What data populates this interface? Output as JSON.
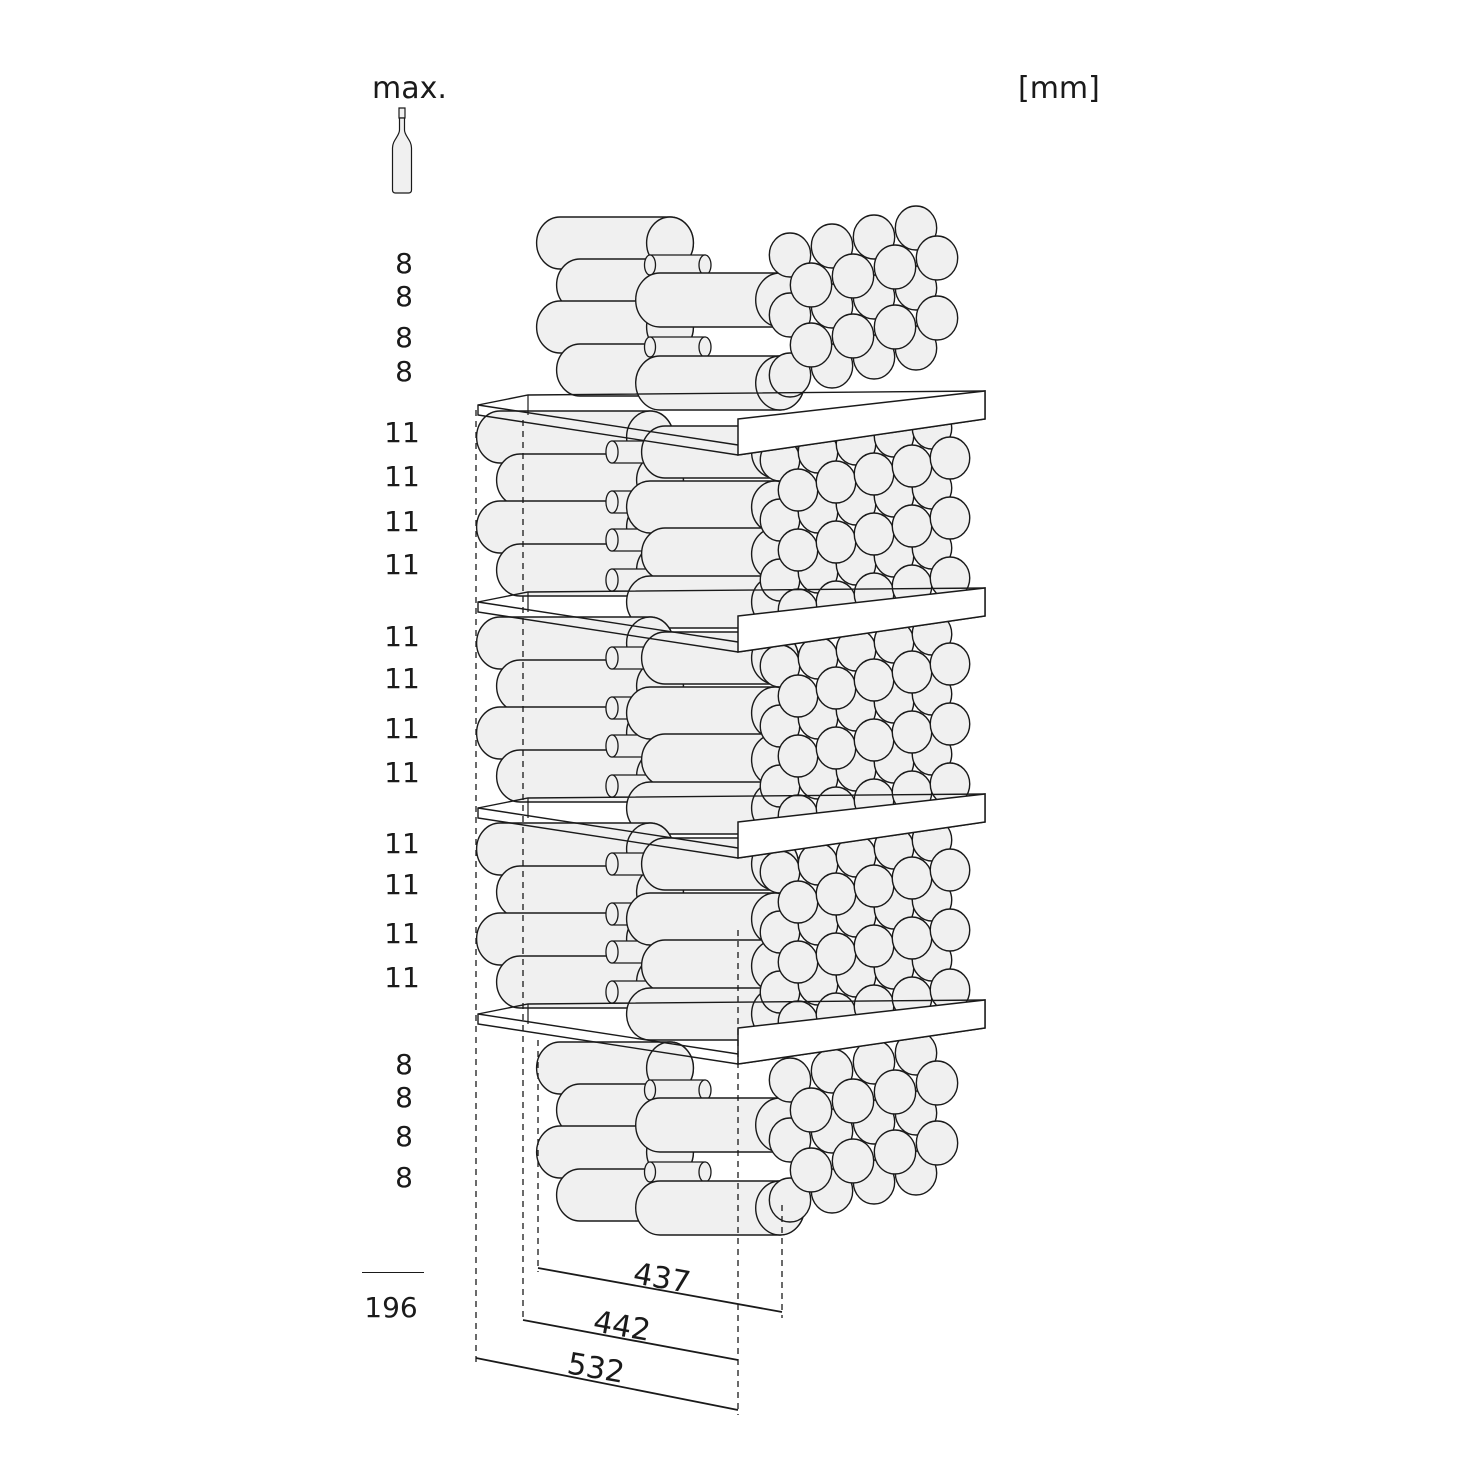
{
  "header": {
    "max_label": "max.",
    "unit_label": "[mm]"
  },
  "icons": {
    "bottle": "wine-bottle-icon"
  },
  "shelf_counts": [
    "8",
    "8",
    "8",
    "8",
    "11",
    "11",
    "11",
    "11",
    "11",
    "11",
    "11",
    "11",
    "11",
    "11",
    "11",
    "11",
    "8",
    "8",
    "8",
    "8"
  ],
  "total": "196",
  "dimensions": {
    "d1": "437",
    "d2": "442",
    "d3": "532"
  },
  "colors": {
    "line": "#1a1a1a",
    "bottle_fill": "#f0f0f0",
    "shelf_fill": "#ffffff"
  }
}
